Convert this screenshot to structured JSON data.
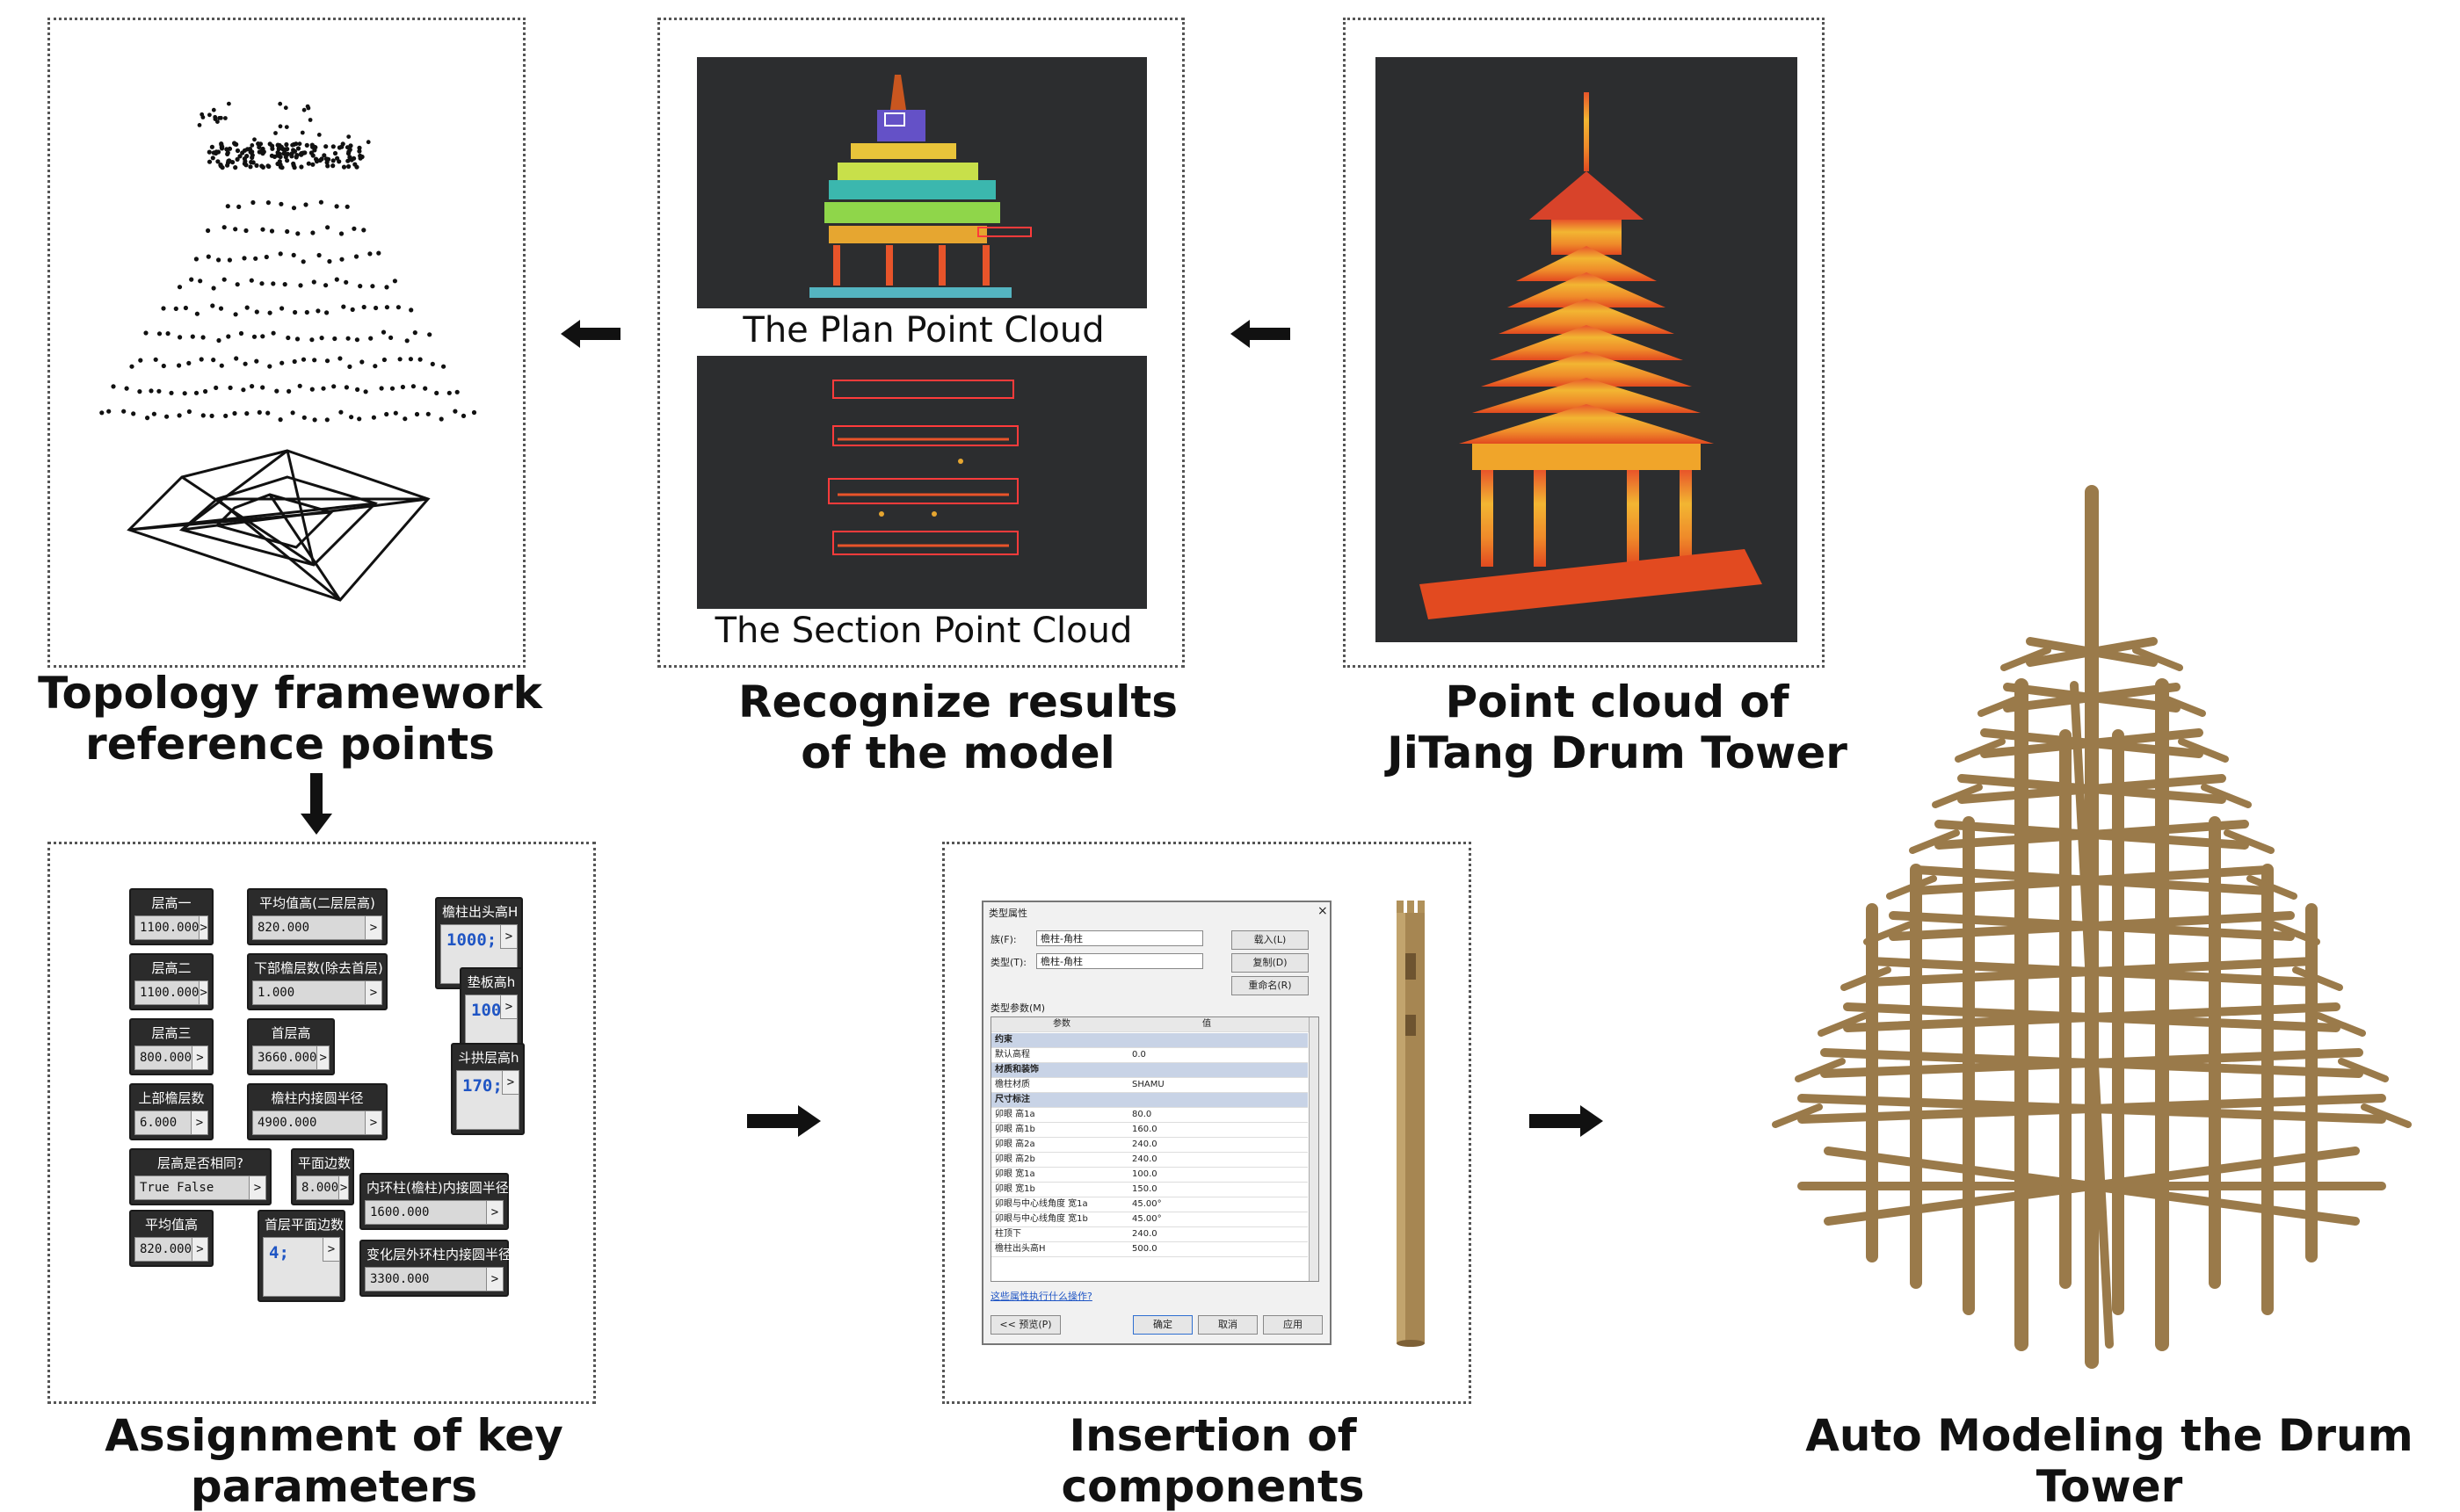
{
  "captions": {
    "topology": [
      "Topology framework",
      "reference points"
    ],
    "recognize": [
      "Recognize results",
      "of the model"
    ],
    "pointcloud": [
      "Point cloud of",
      "JiTang Drum Tower"
    ],
    "assignment": "Assignment of key parameters",
    "insertion": "Insertion of components",
    "auto_modeling": "Auto Modeling the Drum Tower"
  },
  "sublabels": {
    "plan": "The Plan Point Cloud",
    "section": "The Section Point Cloud"
  },
  "parameter_nodes": [
    {
      "title": "层高一",
      "value": "1100.000"
    },
    {
      "title": "平均值高(二层层高)",
      "value": "820.000"
    },
    {
      "title": "檐柱出头高H",
      "value": "1000;",
      "kind": "big"
    },
    {
      "title": "层高二",
      "value": "1100.000"
    },
    {
      "title": "下部檐层数(除去首层)",
      "value": "1.000"
    },
    {
      "title": "垫板高h",
      "value": "100;",
      "kind": "big"
    },
    {
      "title": "层高三",
      "value": "800.000"
    },
    {
      "title": "首层高",
      "value": "3660.000"
    },
    {
      "title": "斗拱层高h",
      "value": "170;",
      "kind": "big"
    },
    {
      "title": "上部檐层数",
      "value": "6.000"
    },
    {
      "title": "檐柱内接圆半径",
      "value": "4900.000"
    },
    {
      "title": "层高是否相同?",
      "value": "True  False",
      "kind": "toggle"
    },
    {
      "title": "平面边数",
      "value": "8.000"
    },
    {
      "title": "内环柱(檐柱)内接圆半径",
      "value": "1600.000"
    },
    {
      "title": "平均值高",
      "value": "820.000"
    },
    {
      "title": "首层平面边数",
      "value": "4;",
      "kind": "big"
    },
    {
      "title": "变化层外环柱内接圆半径",
      "value": "3300.000"
    }
  ],
  "dialog": {
    "title": "类型属性",
    "family_label": "族(F):",
    "family_value": "檐柱-角柱",
    "type_label": "类型(T):",
    "type_value": "檐柱-角柱",
    "load_button": "载入(L)",
    "duplicate_button": "复制(D)",
    "rename_button": "重命名(R)",
    "params_label": "类型参数(M)",
    "col_param": "参数",
    "col_value": "值",
    "rows": [
      {
        "p": "约束",
        "v": "",
        "group": true
      },
      {
        "p": "默认高程",
        "v": "0.0"
      },
      {
        "p": "材质和装饰",
        "v": "",
        "group": true
      },
      {
        "p": "檐柱材质",
        "v": "SHAMU"
      },
      {
        "p": "尺寸标注",
        "v": "",
        "group": true
      },
      {
        "p": "卯眼 高1a",
        "v": "80.0"
      },
      {
        "p": "卯眼 高1b",
        "v": "160.0"
      },
      {
        "p": "卯眼 高2a",
        "v": "240.0"
      },
      {
        "p": "卯眼 高2b",
        "v": "240.0"
      },
      {
        "p": "卯眼 宽1a",
        "v": "100.0"
      },
      {
        "p": "卯眼 宽1b",
        "v": "150.0"
      },
      {
        "p": "卯眼与中心线角度 宽1a",
        "v": "45.00°"
      },
      {
        "p": "卯眼与中心线角度 宽1b",
        "v": "45.00°"
      },
      {
        "p": "柱顶下",
        "v": "240.0"
      },
      {
        "p": "檐柱出头高H",
        "v": "500.0"
      }
    ],
    "link": "这些属性执行什么操作?",
    "preview_button": "<< 预览(P)",
    "ok_button": "确定",
    "cancel_button": "取消",
    "apply_button": "应用"
  },
  "icons": {
    "arrow_left_1": "arrow-left-icon",
    "arrow_left_2": "arrow-left-icon",
    "arrow_down": "arrow-down-icon",
    "arrow_right_1": "arrow-right-icon",
    "arrow_right_2": "arrow-right-icon"
  },
  "colors": {
    "dark_background": "#2c2d2f",
    "wood": "#9a7a4a",
    "pointcloud_hot": "#e8542a",
    "pointcloud_warm": "#f2b632"
  }
}
